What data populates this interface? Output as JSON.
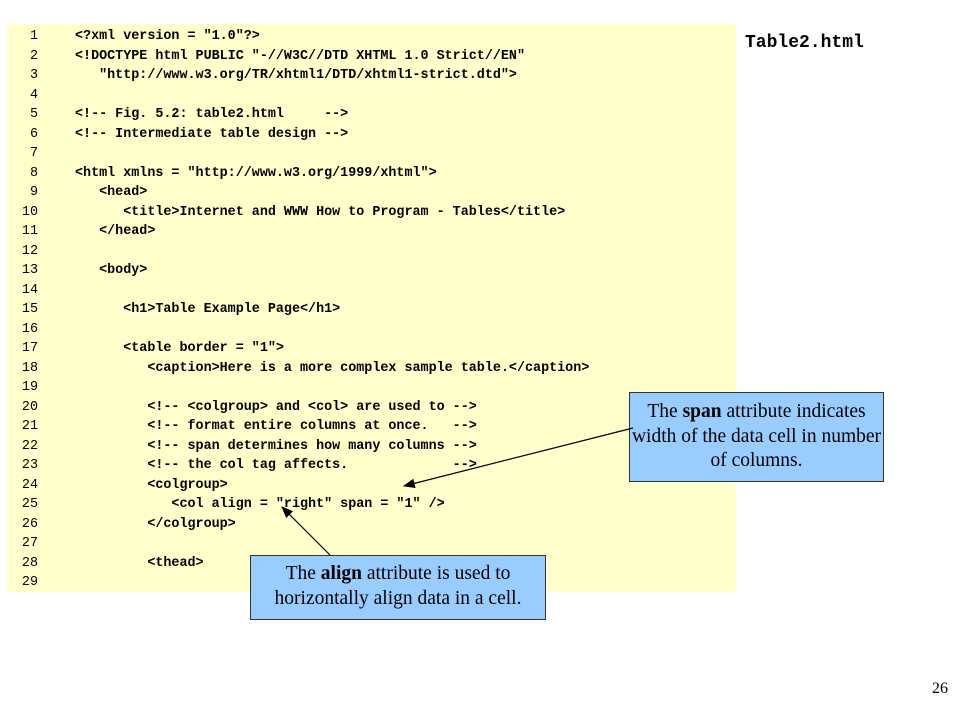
{
  "file_title": "Table2.html",
  "page_number": "26",
  "code_lines": [
    {
      "n": "1",
      "text": "<?xml version = \"1.0\"?>"
    },
    {
      "n": "2",
      "text": "<!DOCTYPE html PUBLIC \"-//W3C//DTD XHTML 1.0 Strict//EN\""
    },
    {
      "n": "3",
      "text": "   \"http://www.w3.org/TR/xhtml1/DTD/xhtml1-strict.dtd\">"
    },
    {
      "n": "4",
      "text": ""
    },
    {
      "n": "5",
      "text": "<!-- Fig. 5.2: table2.html     -->"
    },
    {
      "n": "6",
      "text": "<!-- Intermediate table design -->"
    },
    {
      "n": "7",
      "text": ""
    },
    {
      "n": "8",
      "text": "<html xmlns = \"http://www.w3.org/1999/xhtml\">"
    },
    {
      "n": "9",
      "text": "   <head>"
    },
    {
      "n": "10",
      "text": "      <title>Internet and WWW How to Program - Tables</title>"
    },
    {
      "n": "11",
      "text": "   </head>"
    },
    {
      "n": "12",
      "text": ""
    },
    {
      "n": "13",
      "text": "   <body>"
    },
    {
      "n": "14",
      "text": ""
    },
    {
      "n": "15",
      "text": "      <h1>Table Example Page</h1>"
    },
    {
      "n": "16",
      "text": ""
    },
    {
      "n": "17",
      "text": "      <table border = \"1\">"
    },
    {
      "n": "18",
      "text": "         <caption>Here is a more complex sample table.</caption>"
    },
    {
      "n": "19",
      "text": ""
    },
    {
      "n": "20",
      "text": "         <!-- <colgroup> and <col> are used to -->"
    },
    {
      "n": "21",
      "text": "         <!-- format entire columns at once.   -->"
    },
    {
      "n": "22",
      "text": "         <!-- span determines how many columns -->"
    },
    {
      "n": "23",
      "text": "         <!-- the col tag affects.             -->"
    },
    {
      "n": "24",
      "text": "         <colgroup>"
    },
    {
      "n": "25",
      "text": "            <col align = \"right\" span = \"1\" />"
    },
    {
      "n": "26",
      "text": "         </colgroup>"
    },
    {
      "n": "27",
      "text": ""
    },
    {
      "n": "28",
      "text": "         <thead>"
    },
    {
      "n": "29",
      "text": ""
    }
  ],
  "callout_span": {
    "before": "The ",
    "keyword": "span",
    "after": " attribute indicates width of the data cell in number of columns."
  },
  "callout_align": {
    "before": "The ",
    "keyword": "align",
    "after": " attribute is used to horizontally align data in a cell."
  }
}
